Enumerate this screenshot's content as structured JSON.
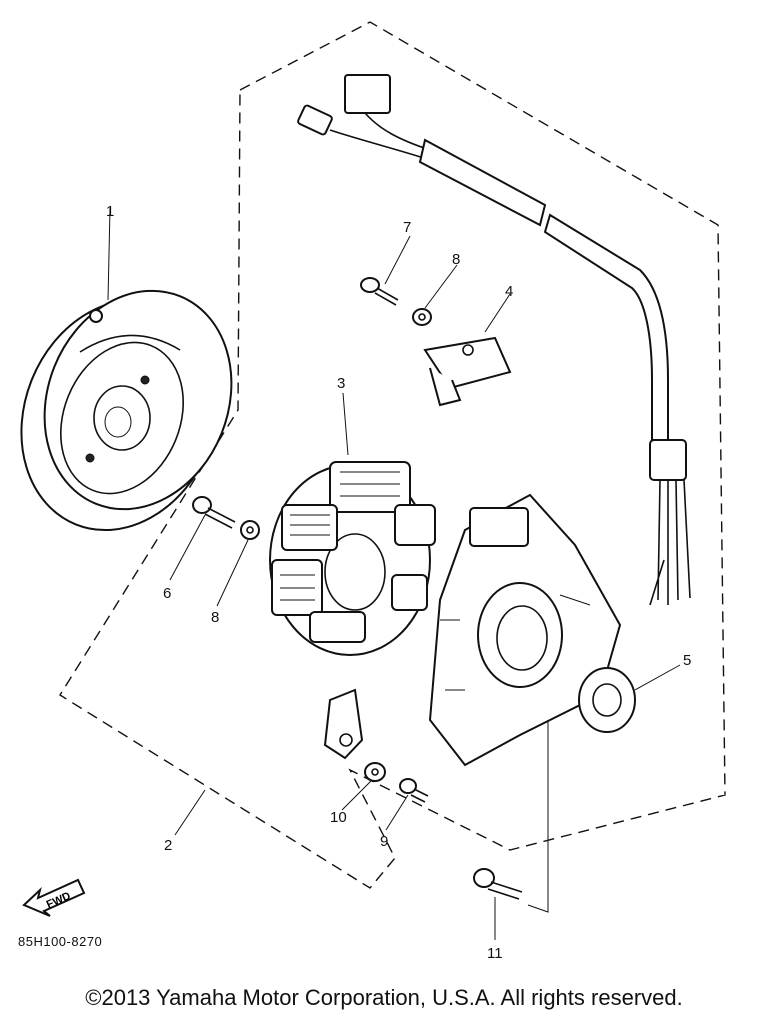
{
  "callouts": {
    "c1": "1",
    "c2": "2",
    "c3": "3",
    "c4": "4",
    "c5": "5",
    "c6": "6",
    "c7": "7",
    "c8a": "8",
    "c8b": "8",
    "c9": "9",
    "c10": "10",
    "c11": "11"
  },
  "fwd_label": "FWD",
  "drawing_code": "85H100-8270",
  "copyright": "©2013 Yamaha Motor Corporation, U.S.A. All rights reserved.",
  "colors": {
    "ink": "#111111",
    "paper": "#ffffff"
  }
}
